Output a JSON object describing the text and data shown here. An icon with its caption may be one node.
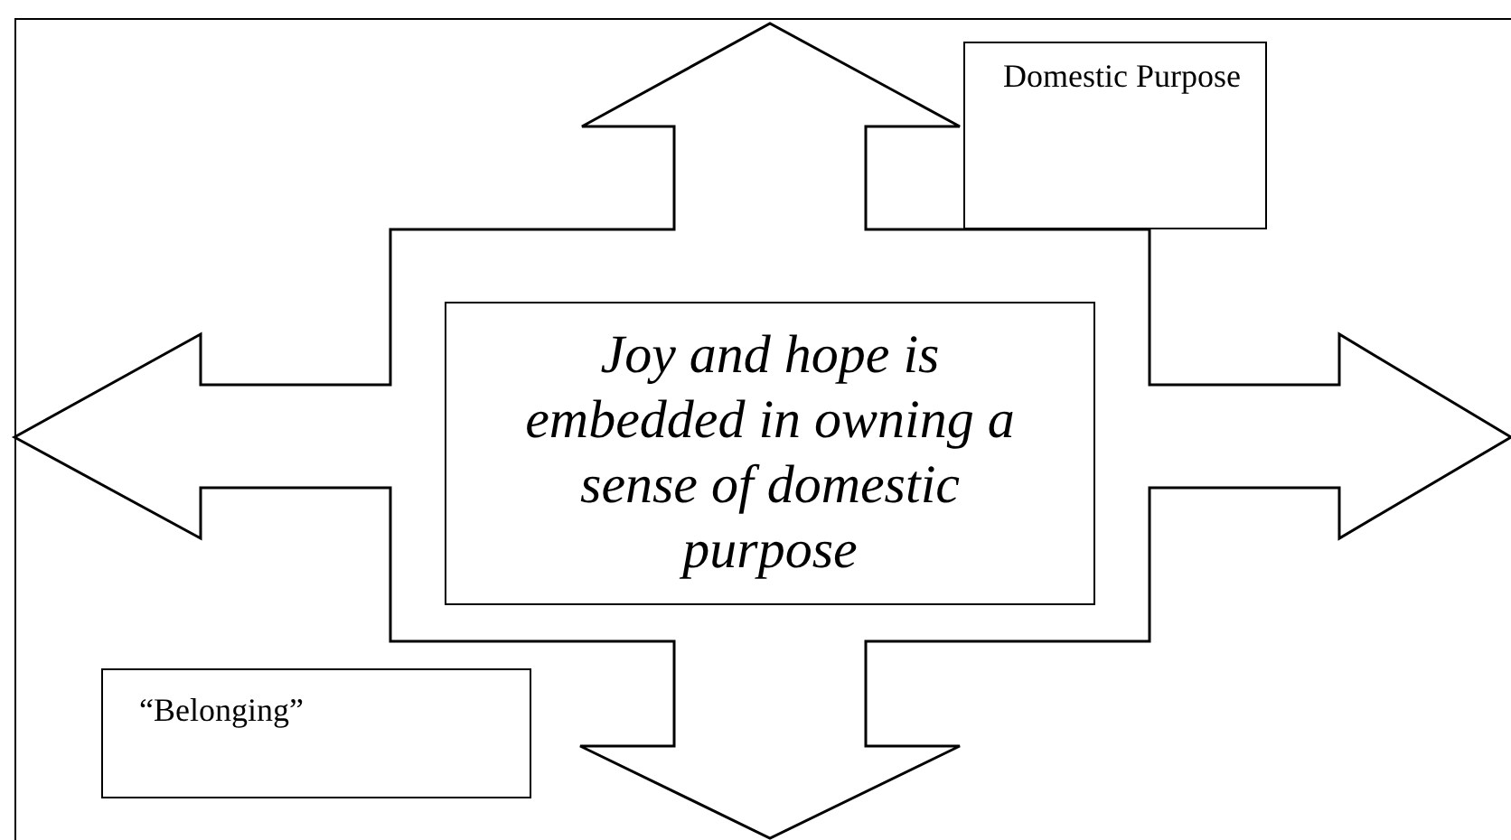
{
  "diagram": {
    "nodes": [
      {
        "text": [],
        "shape": "arrow"
      },
      {
        "text": [
          "Joy and hope is embedded in owning a sense of domestic purpose"
        ],
        "in": 0
      },
      {
        "text": [
          "Domestic Purpose"
        ]
      },
      {
        "text": [
          "“Belonging”"
        ]
      }
    ]
  }
}
